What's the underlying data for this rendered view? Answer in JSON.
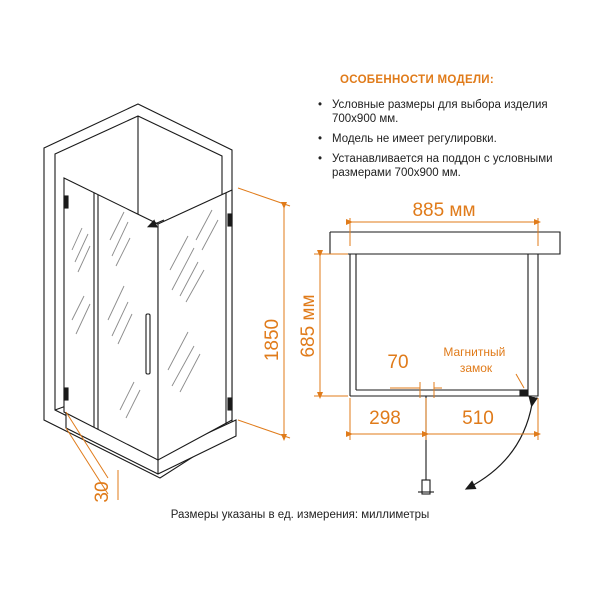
{
  "features": {
    "title": "ОСОБЕННОСТИ МОДЕЛИ:",
    "items": [
      "Условные размеры для выбора изделия 700х900 мм.",
      "Модель не имеет регулировки.",
      "Устанавливается на поддон с условными размерами 700х900 мм."
    ]
  },
  "dimensions": {
    "height": "1850",
    "base": "30",
    "width_top": "885 мм",
    "depth_side": "685 мм",
    "door_gap": "70",
    "left_segment": "298",
    "right_segment": "510"
  },
  "labels": {
    "magnetic_lock": "Магнитный замок"
  },
  "footer": "Размеры указаны в ед. измерения: миллиметры",
  "colors": {
    "accent": "#e07b1a",
    "line": "#1a1a1a",
    "glass_hatch": "#8a8a8a"
  }
}
